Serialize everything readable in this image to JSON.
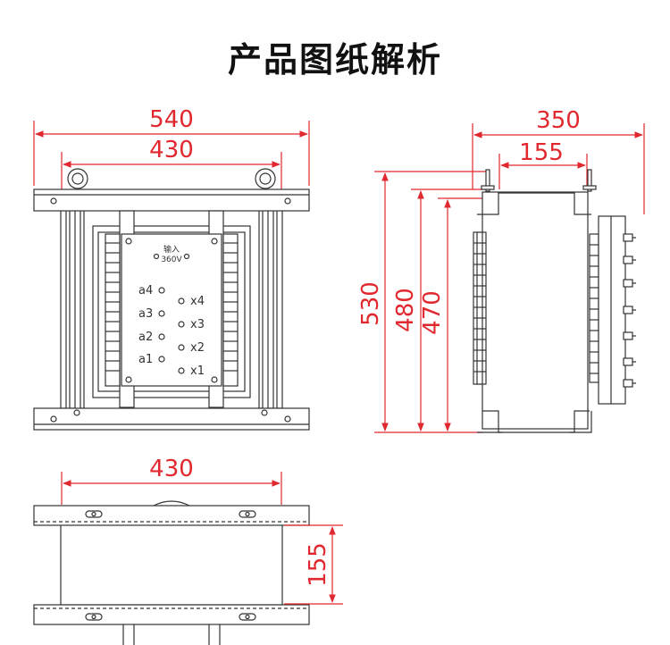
{
  "title": "产品图纸解析",
  "front_view": {
    "dim_outer": "540",
    "dim_inner": "430",
    "panel_title": "输入",
    "panel_voltage": "360V",
    "left_terminals": [
      "a4",
      "a3",
      "a2",
      "a1"
    ],
    "right_terminals": [
      "x4",
      "x3",
      "x2",
      "x1"
    ]
  },
  "side_view": {
    "dim_depth": "350",
    "dim_mount": "155",
    "dim_h1": "530",
    "dim_h2": "480",
    "dim_h3": "470"
  },
  "top_view": {
    "dim_width": "430",
    "dim_mount": "155"
  }
}
